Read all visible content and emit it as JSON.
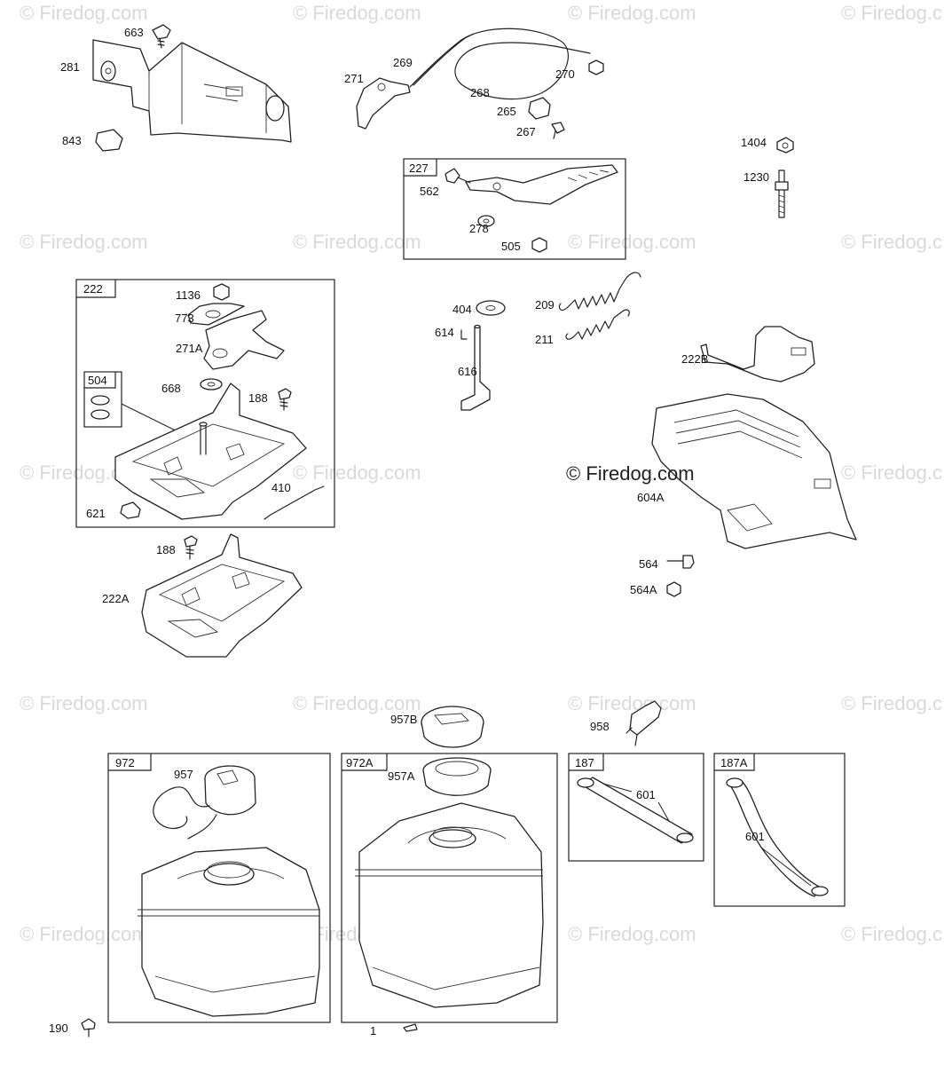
{
  "watermark": {
    "text": "© Firedog.com",
    "edge_text": "© Firedog.c",
    "center_text": "© Firedog.com"
  },
  "callouts": {
    "p663": "663",
    "p281": "281",
    "p843": "843",
    "p271": "271",
    "p269": "269",
    "p268": "268",
    "p270": "270",
    "p265": "265",
    "p267": "267",
    "p1404": "1404",
    "p1230": "1230",
    "p562": "562",
    "p278": "278",
    "p505": "505",
    "p1136": "1136",
    "p773": "773",
    "p271A": "271A",
    "p668": "668",
    "p188a": "188",
    "p410": "410",
    "p621": "621",
    "p404": "404",
    "p614": "614",
    "p616": "616",
    "p209": "209",
    "p211": "211",
    "p222B": "222B",
    "p604A": "604A",
    "p564": "564",
    "p564A": "564A",
    "p188b": "188",
    "p222A": "222A",
    "p957B": "957B",
    "p958": "958",
    "p957": "957",
    "p957A": "957A",
    "p601a": "601",
    "p601b": "601",
    "p190": "190",
    "p1": "1"
  },
  "boxes": {
    "b227": "227",
    "b222": "222",
    "b504": "504",
    "b972": "972",
    "b972A": "972A",
    "b187": "187",
    "b187A": "187A"
  }
}
